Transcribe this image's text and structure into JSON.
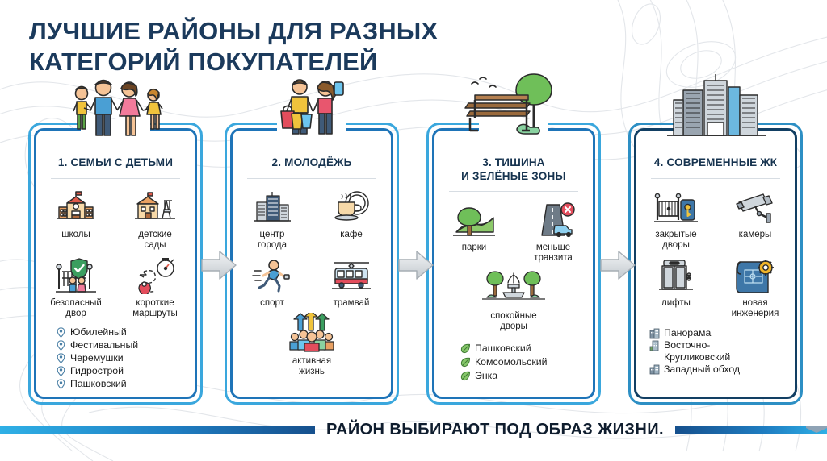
{
  "title": {
    "line1": "ЛУЧШИЕ РАЙОНЫ ДЛЯ РАЗНЫХ",
    "line2": "КАТЕГОРИЙ ПОКУПАТЕЛЕЙ"
  },
  "footer": {
    "text": "РАЙОН ВЫБИРАЮТ ПОД ОБРАЗ ЖИЗНИ."
  },
  "colors": {
    "title": "#1b3a5c",
    "frame_outer": "#3aa7dd",
    "frame_inner": "#1e74b8",
    "frame_outer_dark": "#2d8fc4",
    "frame_inner_dark": "#123f63",
    "bar_light": "#2fb0e6",
    "bar_dark": "#16508d",
    "leaf_green": "#5aa94a",
    "pin_blue": "#4a7fa5"
  },
  "cards": [
    {
      "id": "families",
      "hero_icon": "family-with-children-icon",
      "title": "1. СЕМЬИ С ДЕТЬМИ",
      "features": [
        {
          "icon": "school-building-icon",
          "label": "школы"
        },
        {
          "icon": "kindergarten-playground-icon",
          "label": "детские\nсады"
        },
        {
          "icon": "safe-courtyard-shield-icon",
          "label": "безопасный\nдвор"
        },
        {
          "icon": "short-route-stopwatch-icon",
          "label": "короткие\nмаршруты"
        }
      ],
      "places_bullet": "map-pin-icon",
      "places": [
        "Юбилейный",
        "Фестивальный",
        "Черемушки",
        "Гидрострой",
        "Пашковский"
      ]
    },
    {
      "id": "youth",
      "hero_icon": "young-couple-shopping-icon",
      "title": "2. МОЛОДЁЖЬ",
      "features": [
        {
          "icon": "city-center-skyscraper-icon",
          "label": "центр\nгорода"
        },
        {
          "icon": "cafe-cup-icon",
          "label": "кафе"
        },
        {
          "icon": "sport-running-icon",
          "label": "спорт"
        },
        {
          "icon": "tram-icon",
          "label": "трамвай"
        },
        {
          "icon": "active-life-crowd-icon",
          "label": "активная\nжизнь"
        }
      ],
      "places_bullet": "",
      "places": []
    },
    {
      "id": "quiet-green",
      "hero_icon": "park-bench-tree-icon",
      "title": "3. ТИШИНА\nИ ЗЕЛЁНЫЕ ЗОНЫ",
      "features": [
        {
          "icon": "park-tree-path-icon",
          "label": "парки"
        },
        {
          "icon": "no-transit-traffic-icon",
          "label": "меньше\nтранзита"
        },
        {
          "icon": "quiet-courtyard-fountain-icon",
          "label": "спокойные\nдворы"
        }
      ],
      "places_bullet": "leaf-icon",
      "places": [
        "Пашковский",
        "Комсомольский",
        "Энка"
      ]
    },
    {
      "id": "modern-complexes",
      "hero_icon": "modern-highrise-buildings-icon",
      "title": "4. СОВРЕМЕННЫЕ ЖК",
      "features": [
        {
          "icon": "gated-courtyard-key-icon",
          "label": "закрытые\nдворы"
        },
        {
          "icon": "security-camera-icon",
          "label": "камеры"
        },
        {
          "icon": "elevator-icon",
          "label": "лифты"
        },
        {
          "icon": "new-engineering-blueprint-icon",
          "label": "новая\nинженерия"
        }
      ],
      "places_bullet": "building-icon",
      "places": [
        "Панорама",
        "Восточно-\nКругликовский",
        "Западный обход"
      ]
    }
  ],
  "arrows": [
    {
      "name": "arrow-card1-to-card2"
    },
    {
      "name": "arrow-card2-to-card3"
    },
    {
      "name": "arrow-card3-to-card4"
    }
  ]
}
